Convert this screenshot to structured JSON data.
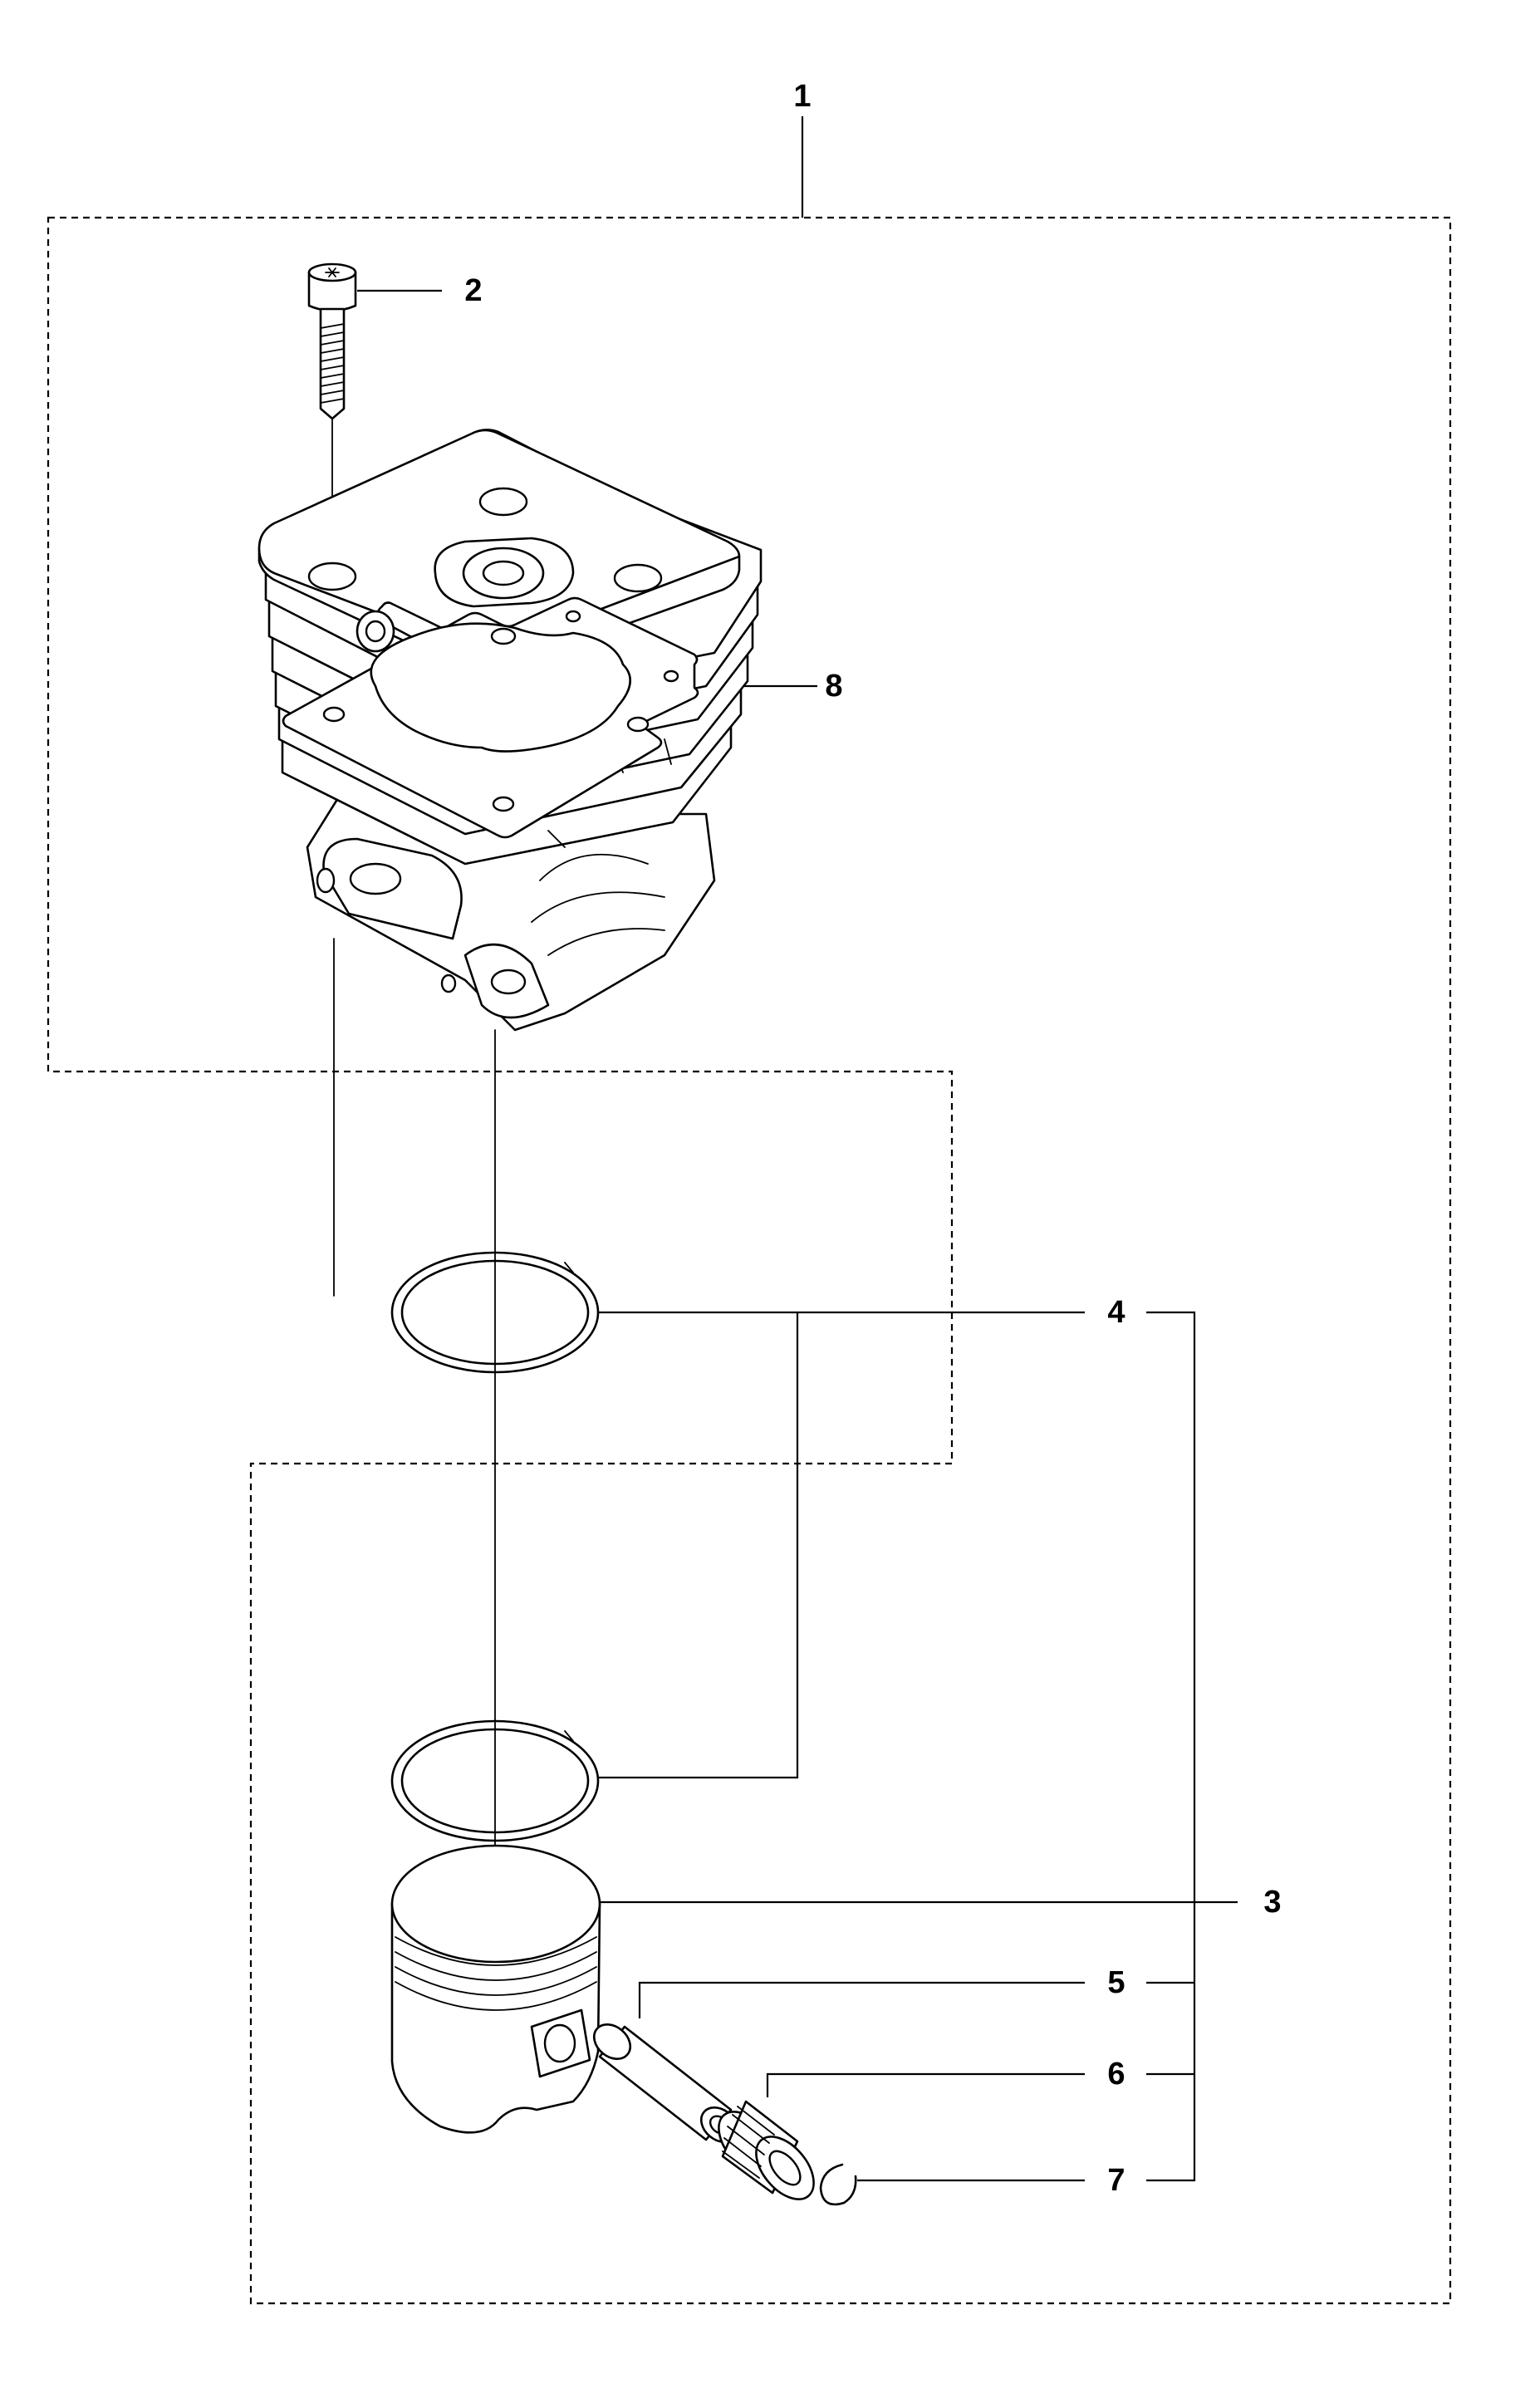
{
  "callouts": [
    {
      "id": "1",
      "label": "1"
    },
    {
      "id": "2",
      "label": "2"
    },
    {
      "id": "3",
      "label": "3"
    },
    {
      "id": "4",
      "label": "4"
    },
    {
      "id": "5",
      "label": "5"
    },
    {
      "id": "6",
      "label": "6"
    },
    {
      "id": "7",
      "label": "7"
    },
    {
      "id": "8",
      "label": "8"
    }
  ],
  "parts": {
    "assembly": "cylinder-kit",
    "screw": "cap-screw-icon",
    "cylinder": "cylinder-icon",
    "gasket": "gasket-icon",
    "piston_rings": "piston-ring-icon",
    "piston": "piston-icon",
    "piston_pin": "piston-pin-icon",
    "needle_bearing": "needle-bearing-icon",
    "circlip": "circlip-icon"
  },
  "colors": {
    "line": "#000000",
    "background": "#ffffff"
  }
}
